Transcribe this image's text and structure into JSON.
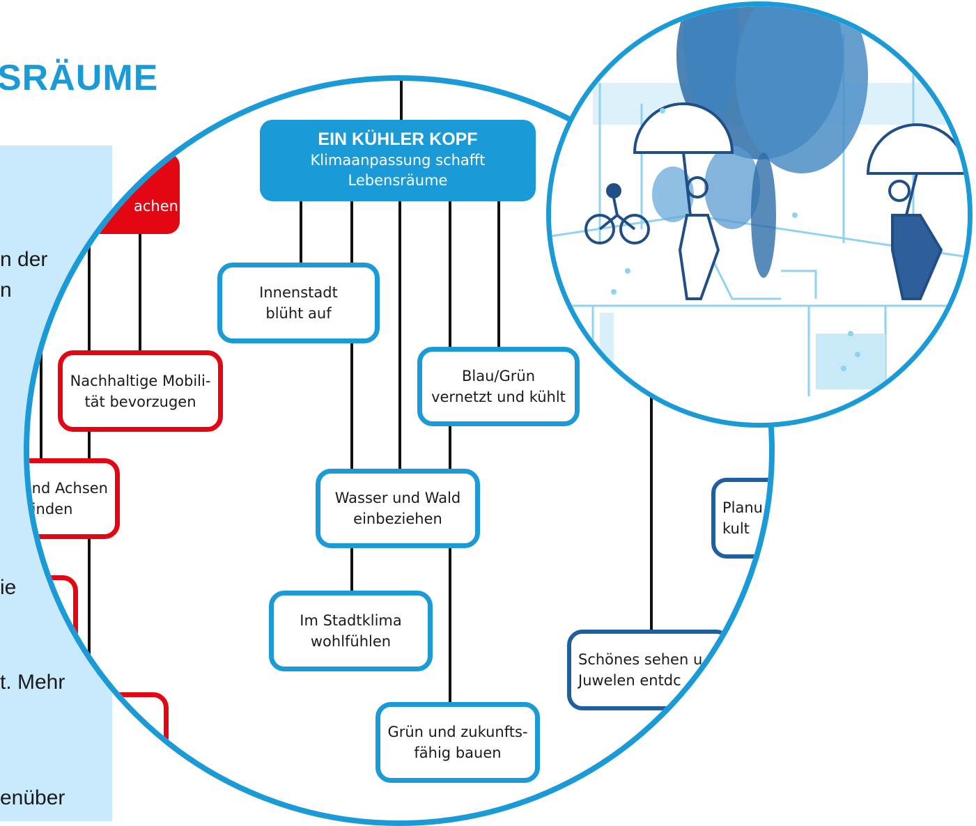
{
  "title": "SRÄUME",
  "left_panel_fragments": [
    "n der",
    "n",
    "ie",
    "t. Mehr",
    "enüber"
  ],
  "header": {
    "title": "EIN KÜHLER KOPF",
    "subtitle_line1": "Klimaanpassung schafft",
    "subtitle_line2": "Lebensräume"
  },
  "red_header_fragment": "achen",
  "boxes": {
    "innenstadt": "Innenstadt\nblüht auf",
    "blau_gruen": "Blau/Grün\nvernetzt und kühlt",
    "wasser_wald": "Wasser und Wald\neinbeziehen",
    "stadtklima": "Im Stadtklima\nwohlfühlen",
    "gruen_bauen": "Grün und zukunfts-\nfähig bauen",
    "mobilitaet": "Nachhaltige Mobili-\ntät bevorzugen",
    "achsen": "und Achsen\nbinden",
    "planung": "Planu\nkult",
    "schoenes": "Schönes sehen u\nJuwelen entdc"
  },
  "colors": {
    "primary_blue": "#1a9ad6",
    "red": "#e30613",
    "dark_blue": "#1f5f9e",
    "panel_bg": "#c9eafc"
  },
  "icons": [
    "cyclist-figure-icon",
    "umbrella-figure-icon",
    "tree-icon",
    "rain-drop-icon"
  ]
}
